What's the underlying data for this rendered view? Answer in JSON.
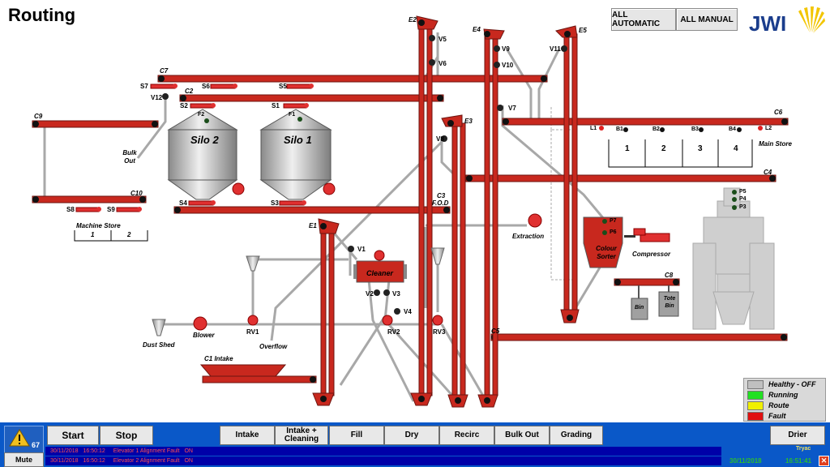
{
  "header": {
    "title": "Routing",
    "all_automatic": "ALL AUTOMATIC",
    "all_manual": "ALL MANUAL",
    "logo_text": "JWI"
  },
  "conveyors": {
    "c1": "C1 Intake",
    "c2": "C2",
    "c3": "C3",
    "c3_sub": "F.O.D",
    "c4": "C4",
    "c5": "C5",
    "c6": "C6",
    "c7": "C7",
    "c8": "C8",
    "c9": "C9",
    "c10": "C10"
  },
  "elevators": {
    "e1": "E1",
    "e2": "E2",
    "e3": "E3",
    "e4": "E4",
    "e5": "E5"
  },
  "valves": {
    "v1": "V1",
    "v2": "V2",
    "v3": "V3",
    "v4": "V4",
    "v5": "V5",
    "v6": "V6",
    "v7": "V7",
    "v8": "V8",
    "v9": "V9",
    "v10": "V10",
    "v11": "V11",
    "v12": "V12",
    "rv1": "RV1",
    "rv2": "RV2",
    "rv3": "RV3"
  },
  "slides": {
    "s1": "S1",
    "s2": "S2",
    "s3": "S3",
    "s4": "S4",
    "s5": "S5",
    "s6": "S6",
    "s7": "S7",
    "s8": "S8",
    "s9": "S9"
  },
  "sensors": {
    "f1": "F1",
    "f2": "F2",
    "p3": "P3",
    "p4": "P4",
    "p5": "P5",
    "p6": "P6",
    "p7": "P7",
    "l1": "L1",
    "l2": "L2",
    "b1": "B1",
    "b2": "B2",
    "b3": "B3",
    "b4": "B4"
  },
  "equipment": {
    "silo1": "Silo 1",
    "silo2": "Silo 2",
    "cleaner": "Cleaner",
    "colour_sorter": "Colour Sorter",
    "compressor": "Compressor",
    "extraction": "Extraction",
    "blower": "Blower",
    "dust_shed": "Dust Shed",
    "overflow": "Overflow",
    "bulk_out": "Bulk Out",
    "bin": "Bin",
    "tote_bin": "Tote Bin",
    "machine_store": "Machine Store",
    "main_store": "Main Store"
  },
  "machine_store_bays": [
    "1",
    "2"
  ],
  "main_store_bays": [
    "1",
    "2",
    "3",
    "4"
  ],
  "legend": [
    {
      "label": "Healthy - OFF",
      "color": "#c0c0c0"
    },
    {
      "label": "Running",
      "color": "#22e022"
    },
    {
      "label": "Route",
      "color": "#f0f000"
    },
    {
      "label": "Fault",
      "color": "#e01010"
    }
  ],
  "bottom": {
    "alarm_count": "67",
    "mute": "Mute",
    "buttons": [
      "Start",
      "Stop",
      "Intake",
      "Intake + Cleaning",
      "Fill",
      "Dry",
      "Recirc",
      "Bulk Out",
      "Grading",
      "Drier"
    ],
    "alarms": [
      {
        "date": "30/11/2018",
        "time": "16:50:12",
        "text": "Elevator 1 Alignment Fault",
        "state": "ON"
      },
      {
        "date": "30/11/2018",
        "time": "16:50:12",
        "text": "Elevator 2 Alignment Fault",
        "state": "ON"
      }
    ],
    "brand": "Tryac",
    "current_date": "30/11/2018",
    "current_time": "16:51:41"
  },
  "colors": {
    "conveyor": "#c8281e",
    "bottom_bar": "#0a58c8",
    "elevator": "#c8281e"
  }
}
